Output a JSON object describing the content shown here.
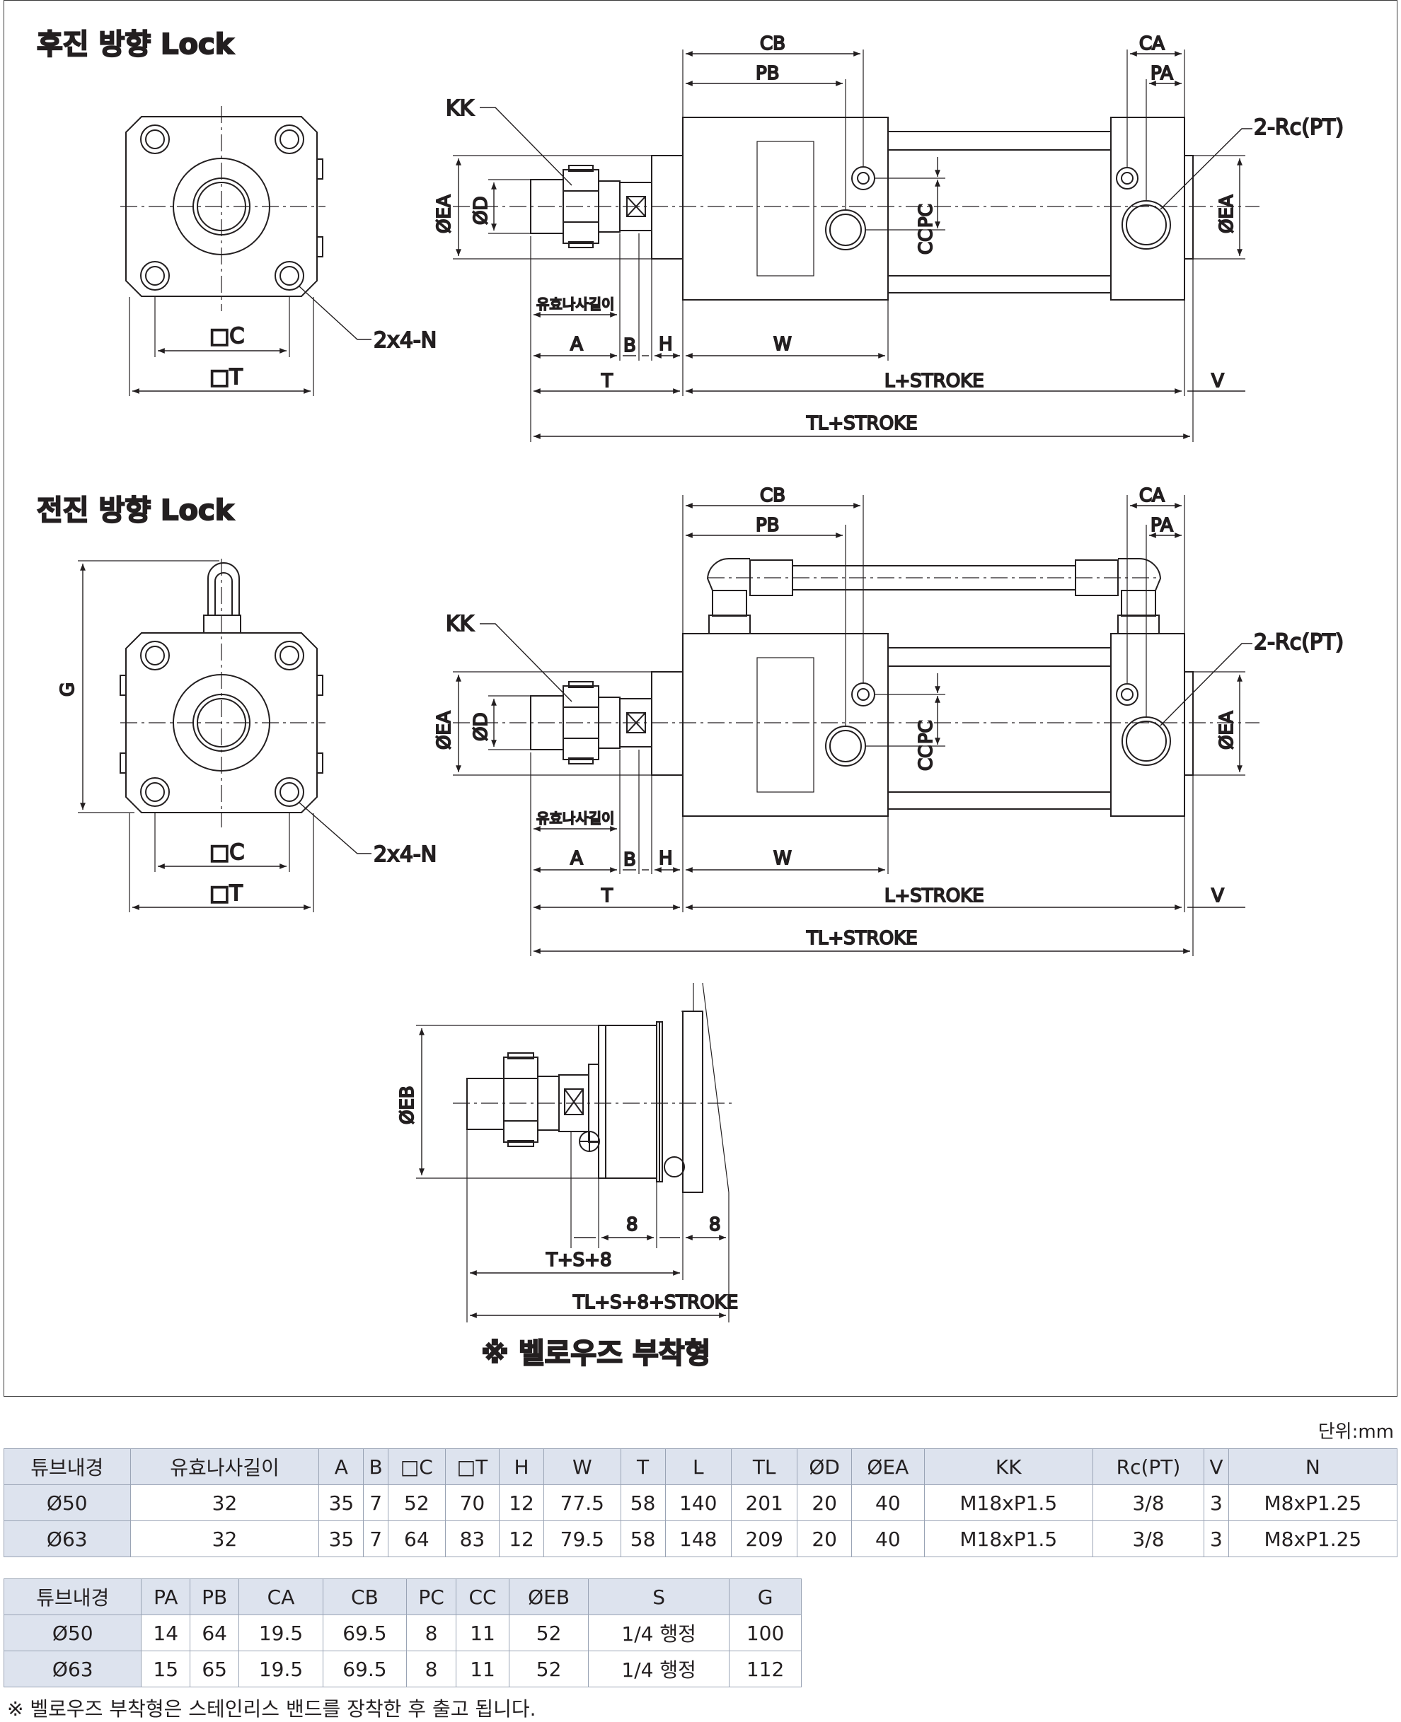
{
  "drawing": {
    "section1_title": "후진 방향 Lock",
    "section2_title": "전진 방향 Lock",
    "bellows_title": "※ 벨로우즈 부착형",
    "dims": {
      "CB": "CB",
      "PB": "PB",
      "CA": "CA",
      "PA": "PA",
      "KK": "KK",
      "port": "2-Rc(PT)",
      "EA": "ØEA",
      "D": "ØD",
      "CC": "CC",
      "PC": "PC",
      "thread_len": "유효나사길이",
      "A": "A",
      "B": "B",
      "H": "H",
      "W": "W",
      "T": "T",
      "L_stroke": "L+STROKE",
      "V": "V",
      "TL_stroke": "TL+STROKE",
      "C_sq": "□C",
      "T_sq": "□T",
      "bolts": "2x4-N",
      "G": "G",
      "EB": "ØEB",
      "eight": "8",
      "TS8": "T+S+8",
      "TLS8": "TL+S+8+STROKE"
    }
  },
  "unit_label": "단위:mm",
  "table1": {
    "headers": [
      "튜브내경",
      "유효나사길이",
      "A",
      "B",
      "□C",
      "□T",
      "H",
      "W",
      "T",
      "L",
      "TL",
      "ØD",
      "ØEA",
      "KK",
      "Rc(PT)",
      "V",
      "N"
    ],
    "rows": [
      [
        "Ø50",
        "32",
        "35",
        "7",
        "52",
        "70",
        "12",
        "77.5",
        "58",
        "140",
        "201",
        "20",
        "40",
        "M18xP1.5",
        "3/8",
        "3",
        "M8xP1.25"
      ],
      [
        "Ø63",
        "32",
        "35",
        "7",
        "64",
        "83",
        "12",
        "79.5",
        "58",
        "148",
        "209",
        "20",
        "40",
        "M18xP1.5",
        "3/8",
        "3",
        "M8xP1.25"
      ]
    ]
  },
  "table2": {
    "headers": [
      "튜브내경",
      "PA",
      "PB",
      "CA",
      "CB",
      "PC",
      "CC",
      "ØEB",
      "S",
      "G"
    ],
    "rows": [
      [
        "Ø50",
        "14",
        "64",
        "19.5",
        "69.5",
        "8",
        "11",
        "52",
        "1/4 행정",
        "100"
      ],
      [
        "Ø63",
        "15",
        "65",
        "19.5",
        "69.5",
        "8",
        "11",
        "52",
        "1/4 행정",
        "112"
      ]
    ]
  },
  "note": "※ 벨로우즈 부착형은 스테인리스 밴드를 장착한 후 출고 됩니다."
}
